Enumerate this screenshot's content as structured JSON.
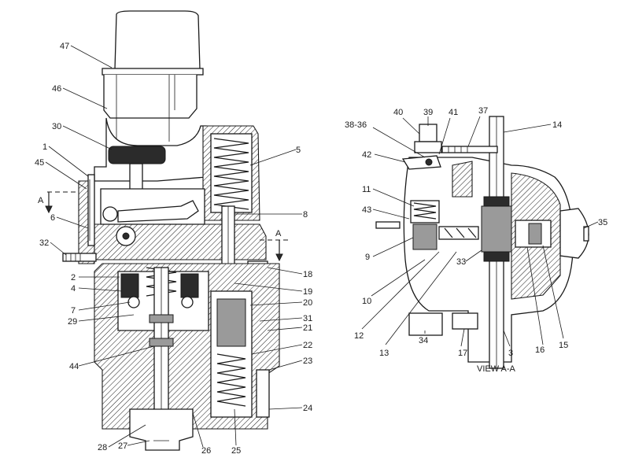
{
  "callouts": {
    "c47": "47",
    "c46": "46",
    "c30": "30",
    "c1": "1",
    "c45": "45",
    "c6": "6",
    "c32": "32",
    "c2": "2",
    "c4": "4",
    "c7": "7",
    "c29": "29",
    "c44": "44",
    "c28": "28",
    "c27": "27",
    "c26": "26",
    "c25": "25",
    "c24": "24",
    "c23": "23",
    "c22": "22",
    "c21": "21",
    "c31": "31",
    "c20": "20",
    "c19": "19",
    "c18": "18",
    "c8": "8",
    "c5": "5",
    "c39": "39",
    "c40": "40",
    "c41": "41",
    "c37": "37",
    "c14": "14",
    "c3836": "38-36",
    "c42": "42",
    "c11": "11",
    "c43": "43",
    "c9": "9",
    "c10": "10",
    "c12": "12",
    "c13": "13",
    "c33": "33",
    "c34": "34",
    "c17": "17",
    "c3": "3",
    "c16": "16",
    "c15": "15",
    "c35": "35"
  },
  "section_marks": {
    "left": "A",
    "right": "A"
  },
  "view_label": "VIEW  A-A"
}
